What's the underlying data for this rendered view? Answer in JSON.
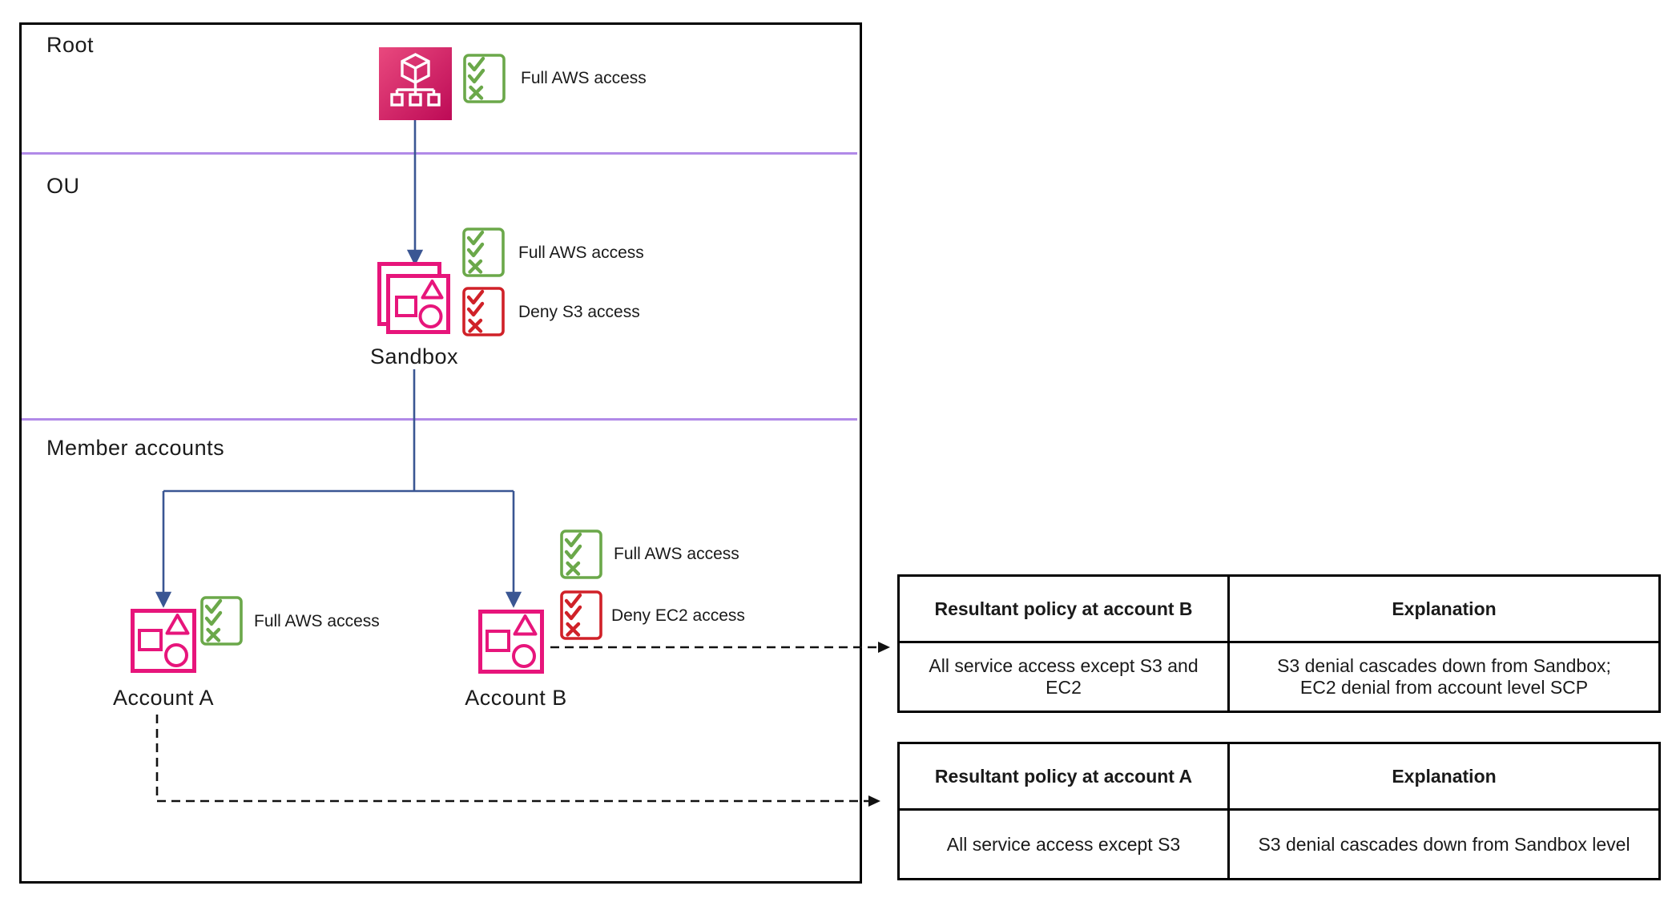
{
  "diagram": {
    "sections": [
      {
        "label": "Root"
      },
      {
        "label": "OU"
      },
      {
        "label": "Member accounts"
      }
    ],
    "nodes": {
      "root": {
        "icon": "aws-organizations-root-icon",
        "policies": [
          {
            "kind": "allow",
            "label": "Full AWS access"
          }
        ]
      },
      "sandbox": {
        "label": "Sandbox",
        "icon": "organizational-unit-icon",
        "policies": [
          {
            "kind": "allow",
            "label": "Full AWS access"
          },
          {
            "kind": "deny",
            "label": "Deny S3 access"
          }
        ]
      },
      "account_a": {
        "label": "Account A",
        "icon": "account-icon",
        "policies": [
          {
            "kind": "allow",
            "label": "Full AWS access"
          }
        ]
      },
      "account_b": {
        "label": "Account B",
        "icon": "account-icon",
        "policies": [
          {
            "kind": "allow",
            "label": "Full AWS access"
          },
          {
            "kind": "deny",
            "label": "Deny EC2 access"
          }
        ]
      }
    },
    "colors": {
      "node_pink": "#E7157B",
      "allow_green": "#6BA84A",
      "deny_red": "#D02128",
      "arrow_blue": "#3A5693",
      "divider_purple": "#B18AE8",
      "line_black": "#111111"
    }
  },
  "tables": [
    {
      "headers": [
        "Resultant policy at account B",
        "Explanation"
      ],
      "rows": [
        [
          "All service access except S3 and\nEC2",
          "S3 denial cascades down from Sandbox;\nEC2 denial from account level SCP"
        ]
      ]
    },
    {
      "headers": [
        "Resultant policy at account A",
        "Explanation"
      ],
      "rows": [
        [
          "All service access except S3",
          "S3 denial cascades down from Sandbox level"
        ]
      ]
    }
  ]
}
